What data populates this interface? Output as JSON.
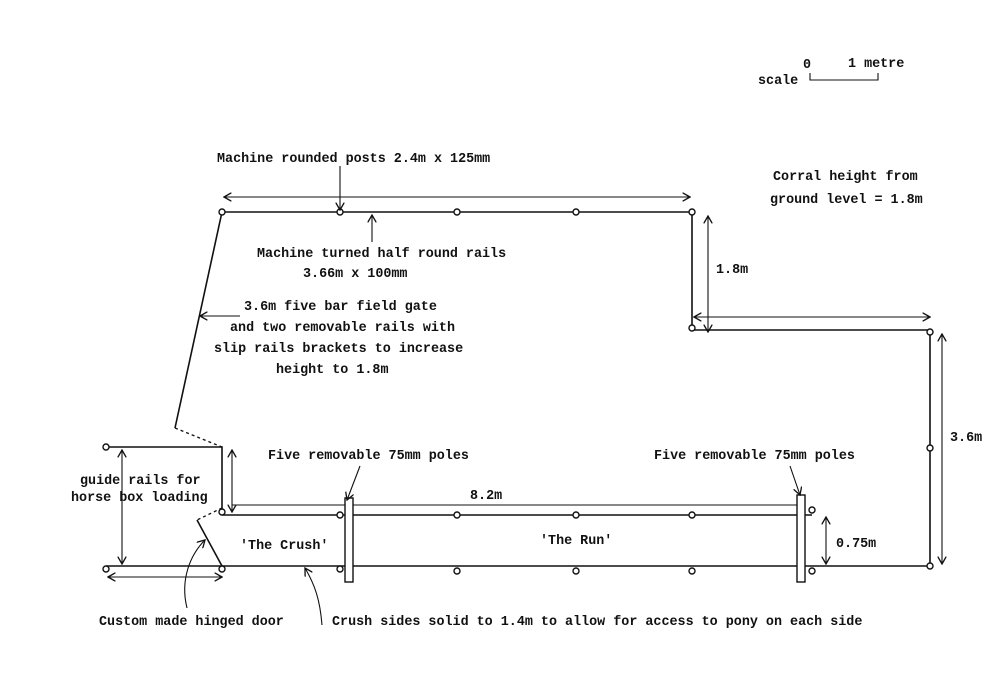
{
  "scale": {
    "label": "scale",
    "zero": "0",
    "unit": "1 metre"
  },
  "labels": {
    "posts": "Machine rounded posts 2.4m x 125mm",
    "corral_height_1": "Corral height from",
    "corral_height_2": "ground level = 1.8m",
    "rails_1": "Machine turned half round rails",
    "rails_2": "3.66m x 100mm",
    "gate_1": "3.6m five bar field gate",
    "gate_2": "and two removable rails with",
    "gate_3": "slip rails brackets to increase",
    "gate_4": "height to 1.8m",
    "dim_right_step": "1.8m",
    "dim_right_wall": "3.6m",
    "poles_left": "Five removable 75mm poles",
    "poles_right": "Five removable 75mm poles",
    "guide_1": "guide rails for",
    "guide_2": "horse box loading",
    "run_length": "8.2m",
    "crush": "'The Crush'",
    "run": "'The Run'",
    "run_width": "0.75m",
    "door": "Custom made hinged door",
    "crush_sides": "Crush sides solid to 1.4m to allow for access to pony on each side"
  }
}
